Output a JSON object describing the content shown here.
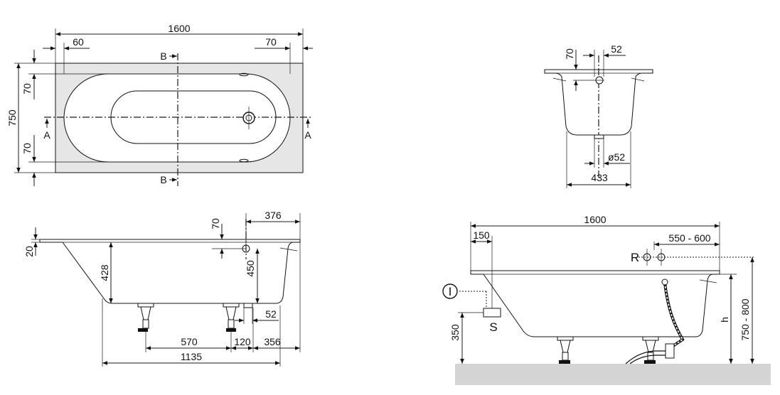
{
  "top_view": {
    "length": "1600",
    "margin_left": "60",
    "margin_right": "70",
    "width": "750",
    "offset_top": "70",
    "offset_bottom": "70",
    "section_a": "A",
    "section_b": "B"
  },
  "end_section": {
    "overflow_offset": "70",
    "overflow_dia": "52",
    "drain_dia": "ø52",
    "bottom_width": "433"
  },
  "side_view": {
    "rim_height": "20",
    "depth": "428",
    "overflow_offset": "70",
    "overflow_height": "450",
    "end_distance": "376",
    "drain_offset": "52",
    "leg_spacing": "570",
    "leg_gap": "120",
    "leg_end": "356",
    "leg_total": "1135"
  },
  "install_view": {
    "length": "1600",
    "tap_offset": "150",
    "tap_range": "550 - 600",
    "label_r": "R",
    "label_s": "S",
    "label_i": "I",
    "drain_height": "350",
    "total_height": "750 - 800",
    "height_label": "h"
  }
}
